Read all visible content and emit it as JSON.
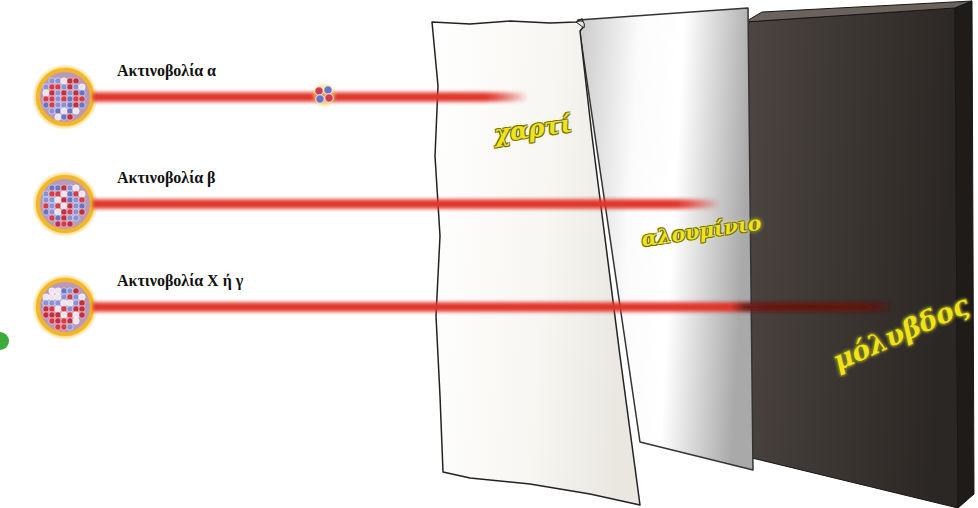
{
  "diagram": {
    "nodes": [
      {
        "text": [
          "χαρτί"
        ]
      },
      {
        "text": [
          "αλουμίνιο"
        ]
      },
      {
        "text": [
          "μόλυβδος"
        ]
      }
    ],
    "labels": [
      "Ακτινοβολία α",
      "Ακτινοβολία β",
      "Ακτινοβολία Χ ή γ"
    ]
  }
}
